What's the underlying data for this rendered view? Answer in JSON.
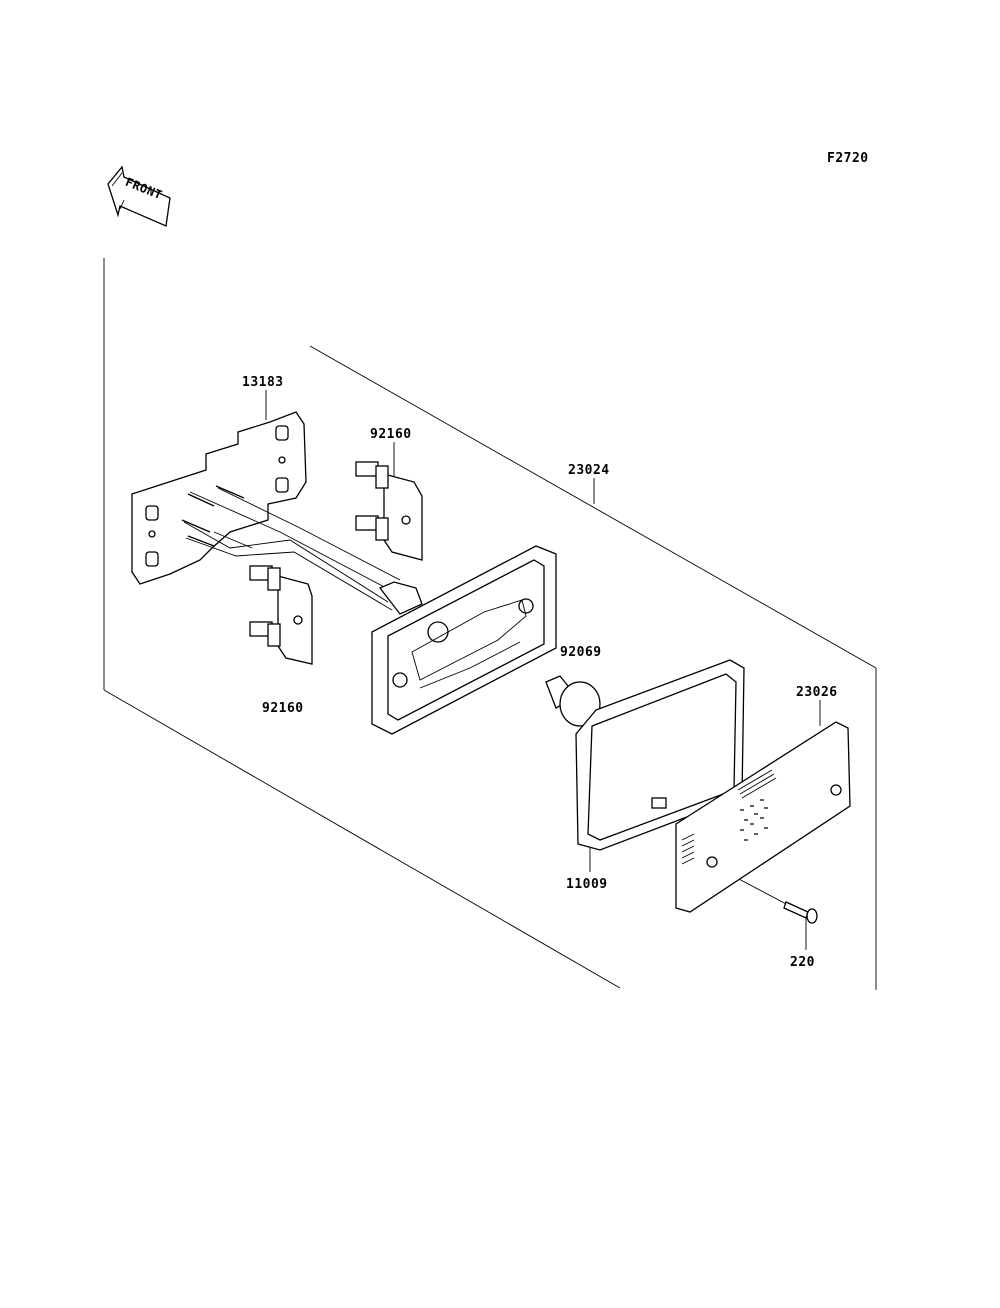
{
  "figure_code": "F2720",
  "front_indicator": "FRONT",
  "parts": {
    "bracket": "13183",
    "socket_upper": "92160",
    "socket_lower": "92160",
    "lamp_assembly": "23024",
    "bulb": "92069",
    "gasket": "11009",
    "lens": "23026",
    "screw": "220"
  }
}
